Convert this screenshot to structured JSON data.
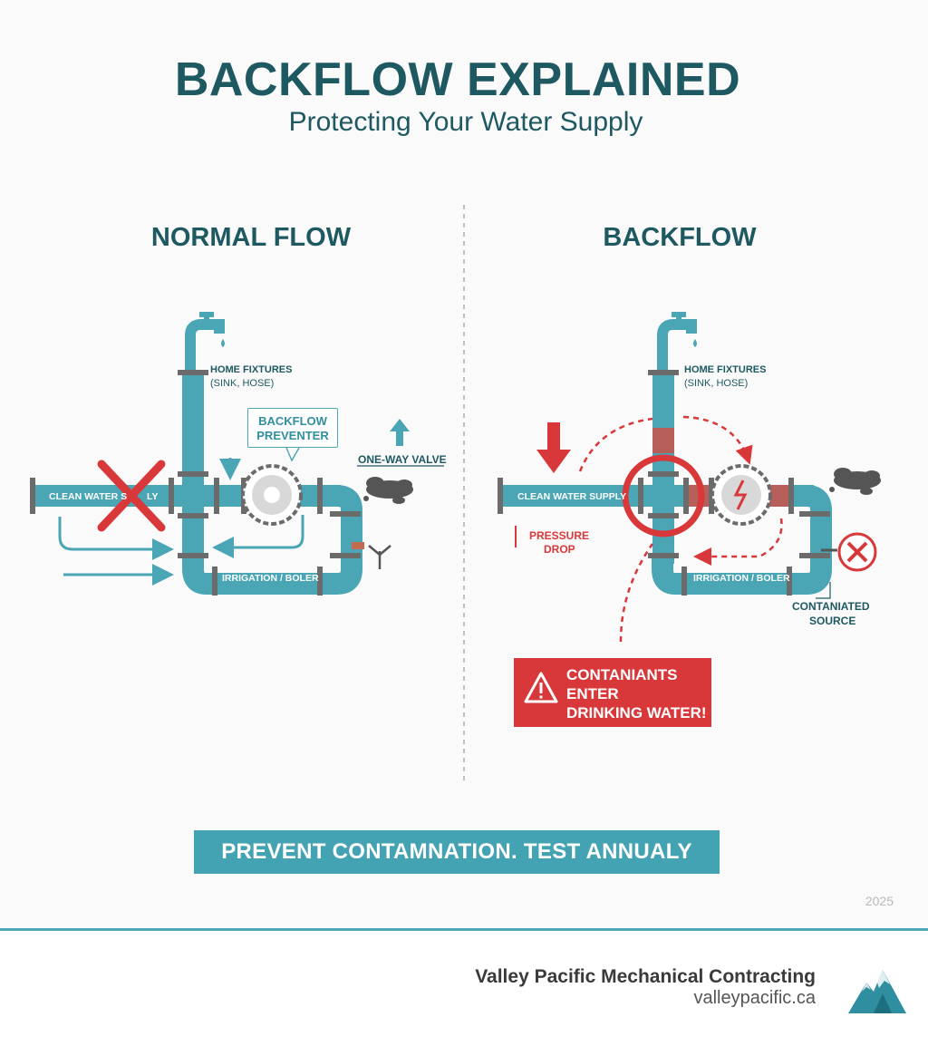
{
  "header": {
    "title": "BACKFLOW EXPLAINED",
    "subtitle": "Protecting Your Water Supply"
  },
  "normal": {
    "heading": "NORMAL FLOW",
    "home_fixtures": "HOME FIXTURES",
    "home_fixtures_sub": "(SINK, HOSE)",
    "preventer_line1": "BACKFLOW",
    "preventer_line2": "PREVENTER",
    "one_way_valve": "ONE-WAY VALVE",
    "clean_water": "CLEAN WATER S",
    "clean_water_tail": "LY",
    "irrigation": "IRRIGATION / BOLER"
  },
  "backflow": {
    "heading": "BACKFLOW",
    "home_fixtures": "HOME FIXTURES",
    "home_fixtures_sub": "(SINK, HOSE)",
    "clean_water": "CLEAN WATER SUPPLY",
    "pressure_drop_1": "PRESSURE",
    "pressure_drop_2": "DROP",
    "irrigation": "IRRIGATION / BOLER",
    "source_1": "CONTANIATED",
    "source_2": "SOURCE",
    "warning_1": "CONTANIANTS",
    "warning_2": "ENTER",
    "warning_3": "DRINKING WATER!"
  },
  "banner": "PREVENT CONTAMNATION. TEST ANNUALY",
  "year": "2025",
  "footer": {
    "company": "Valley Pacific Mechanical Contracting",
    "website": "valleypacific.ca"
  },
  "colors": {
    "pipe": "#4aa6b5",
    "accent_red": "#d8383a",
    "dark_teal": "#1e5962",
    "coupling": "#6b6b6b"
  }
}
